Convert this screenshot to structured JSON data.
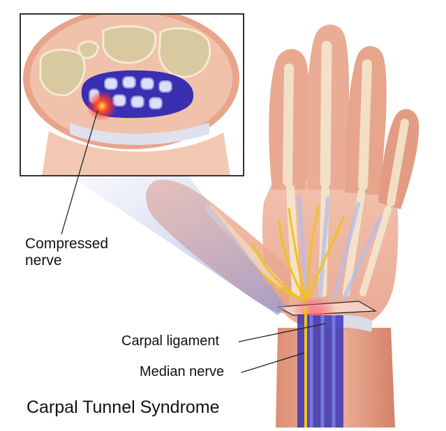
{
  "title": "Carpal Tunnel Syndrome",
  "labels": {
    "compressed_nerve_line1": "Compressed",
    "compressed_nerve_line2": "nerve",
    "carpal_ligament": "Carpal ligament",
    "median_nerve": "Median nerve"
  },
  "colors": {
    "skin": "#e8a58c",
    "skin_shadow": "#c97a62",
    "bone": "#efe3c4",
    "nerve": "#f1c21b",
    "tendon_sheath": "#3a2fb0",
    "inflammation": "#ff3a1a",
    "ligament": "#d9dde6",
    "inset_border": "#333333"
  },
  "icons": [
    "hand-illustration",
    "wrist-cross-section-illustration"
  ]
}
